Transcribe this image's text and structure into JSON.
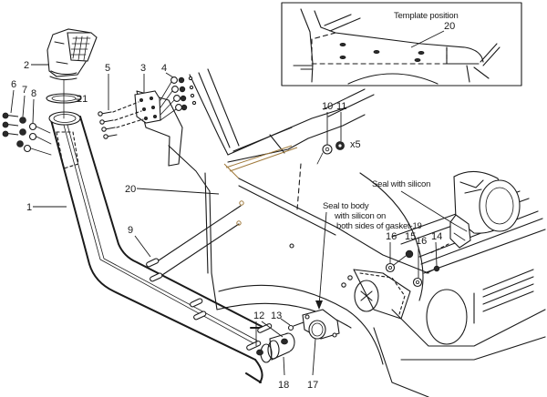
{
  "inset": {
    "title": "Template position",
    "callout": "20"
  },
  "parts": {
    "p1": "1",
    "p2": "2",
    "p3": "3",
    "p4": "4",
    "p5": "5",
    "p6": "6",
    "p7": "7",
    "p8": "8",
    "p9": "9",
    "p10": "10",
    "p11": "11",
    "p12": "12",
    "p13": "13",
    "p14": "14",
    "p15": "15",
    "p16a": "16",
    "p16b": "16",
    "p17": "17",
    "p18": "18",
    "p20": "20",
    "p21": "21"
  },
  "quantity_note": "x5",
  "annotations": {
    "seal_silicon": "Seal with silicon",
    "seal_body_line1": "Seal to body",
    "seal_body_line2": "with silicon on",
    "seal_body_line3": "both sides of gasket-19"
  },
  "colors": {
    "ink": "#1a1a1a",
    "accent_line": "#a07a3c",
    "paper": "#ffffff"
  }
}
